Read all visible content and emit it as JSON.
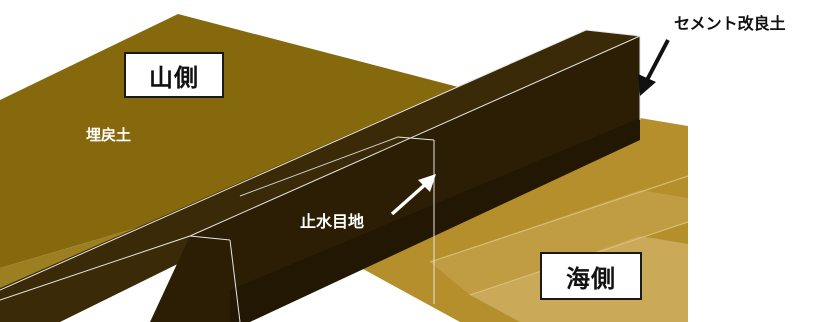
{
  "labels": {
    "mountain_side": "山側",
    "sea_side": "海側",
    "backfill_soil": "埋戻土",
    "cement_improved_soil": "セメント改良土",
    "water_stop_joint": "止水目地"
  },
  "colors": {
    "backfill_top": "#8a6d0f",
    "backfill_face": "#a88a2a",
    "sea_ground_top": "#b9973a",
    "sea_ground_face": "#c7a754",
    "wall_top": "#3a2a08",
    "wall_side": "#2a1d05",
    "edge_line": "#e8e8e8"
  }
}
